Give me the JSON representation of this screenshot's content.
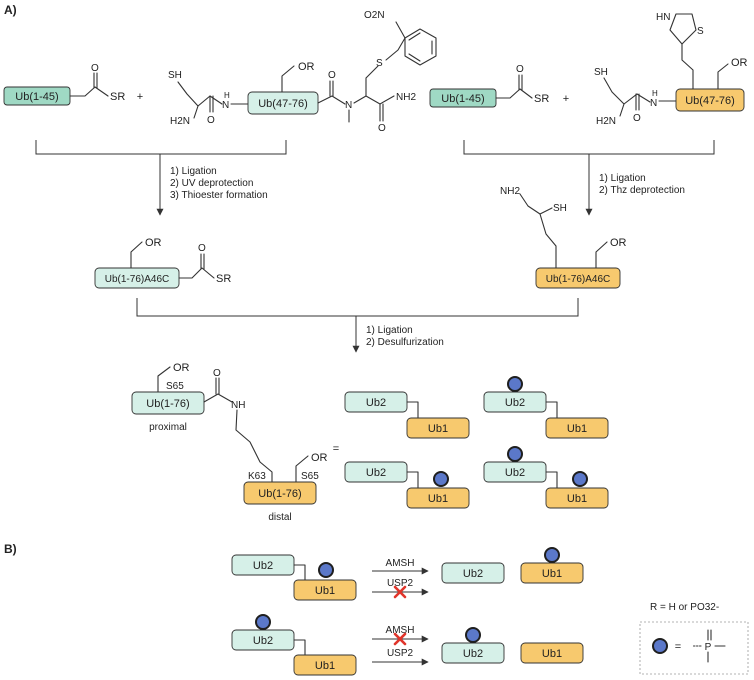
{
  "panels": {
    "a": "A)",
    "b": "B)"
  },
  "reagents": {
    "frag_1_45": "Ub(1-45)",
    "frag_47_76": "Ub(47-76)",
    "thioester_group": "SR",
    "sh": "SH",
    "h2n": "H2N",
    "nh": "N",
    "h": "H",
    "or": "OR",
    "nh2": "NH2",
    "no2": "O2N",
    "s": "S",
    "o": "O",
    "nme": "N",
    "thz_hn": "HN",
    "thz_s": "S"
  },
  "steps": {
    "left": [
      "1) Ligation",
      "2) UV deprotection",
      "3) Thioester formation"
    ],
    "right": [
      "1) Ligation",
      "2) Thz deprotection"
    ],
    "center": [
      "1) Ligation",
      "2) Desulfurization"
    ]
  },
  "intermediates": {
    "left": "Ub(1-76)A46C",
    "right": "Ub(1-76)A46C",
    "right_nh2": "NH2",
    "right_sh": "SH"
  },
  "product": {
    "proximal_box": "Ub(1-76)",
    "proximal_label": "proximal",
    "distal_box": "Ub(1-76)",
    "distal_label": "distal",
    "s65": "S65",
    "k63": "K63",
    "nh": "NH",
    "equals": "="
  },
  "variants": {
    "ub2": "Ub2",
    "ub1": "Ub1"
  },
  "assay": {
    "amsh": "AMSH",
    "usp2": "USP2"
  },
  "legend": {
    "r_def": "R = H or PO32-",
    "equals": "="
  },
  "colors": {
    "teal": "#d6f0e8",
    "orange": "#f7c96e",
    "phospho": "#5b78c9",
    "block": "#e0342a"
  }
}
